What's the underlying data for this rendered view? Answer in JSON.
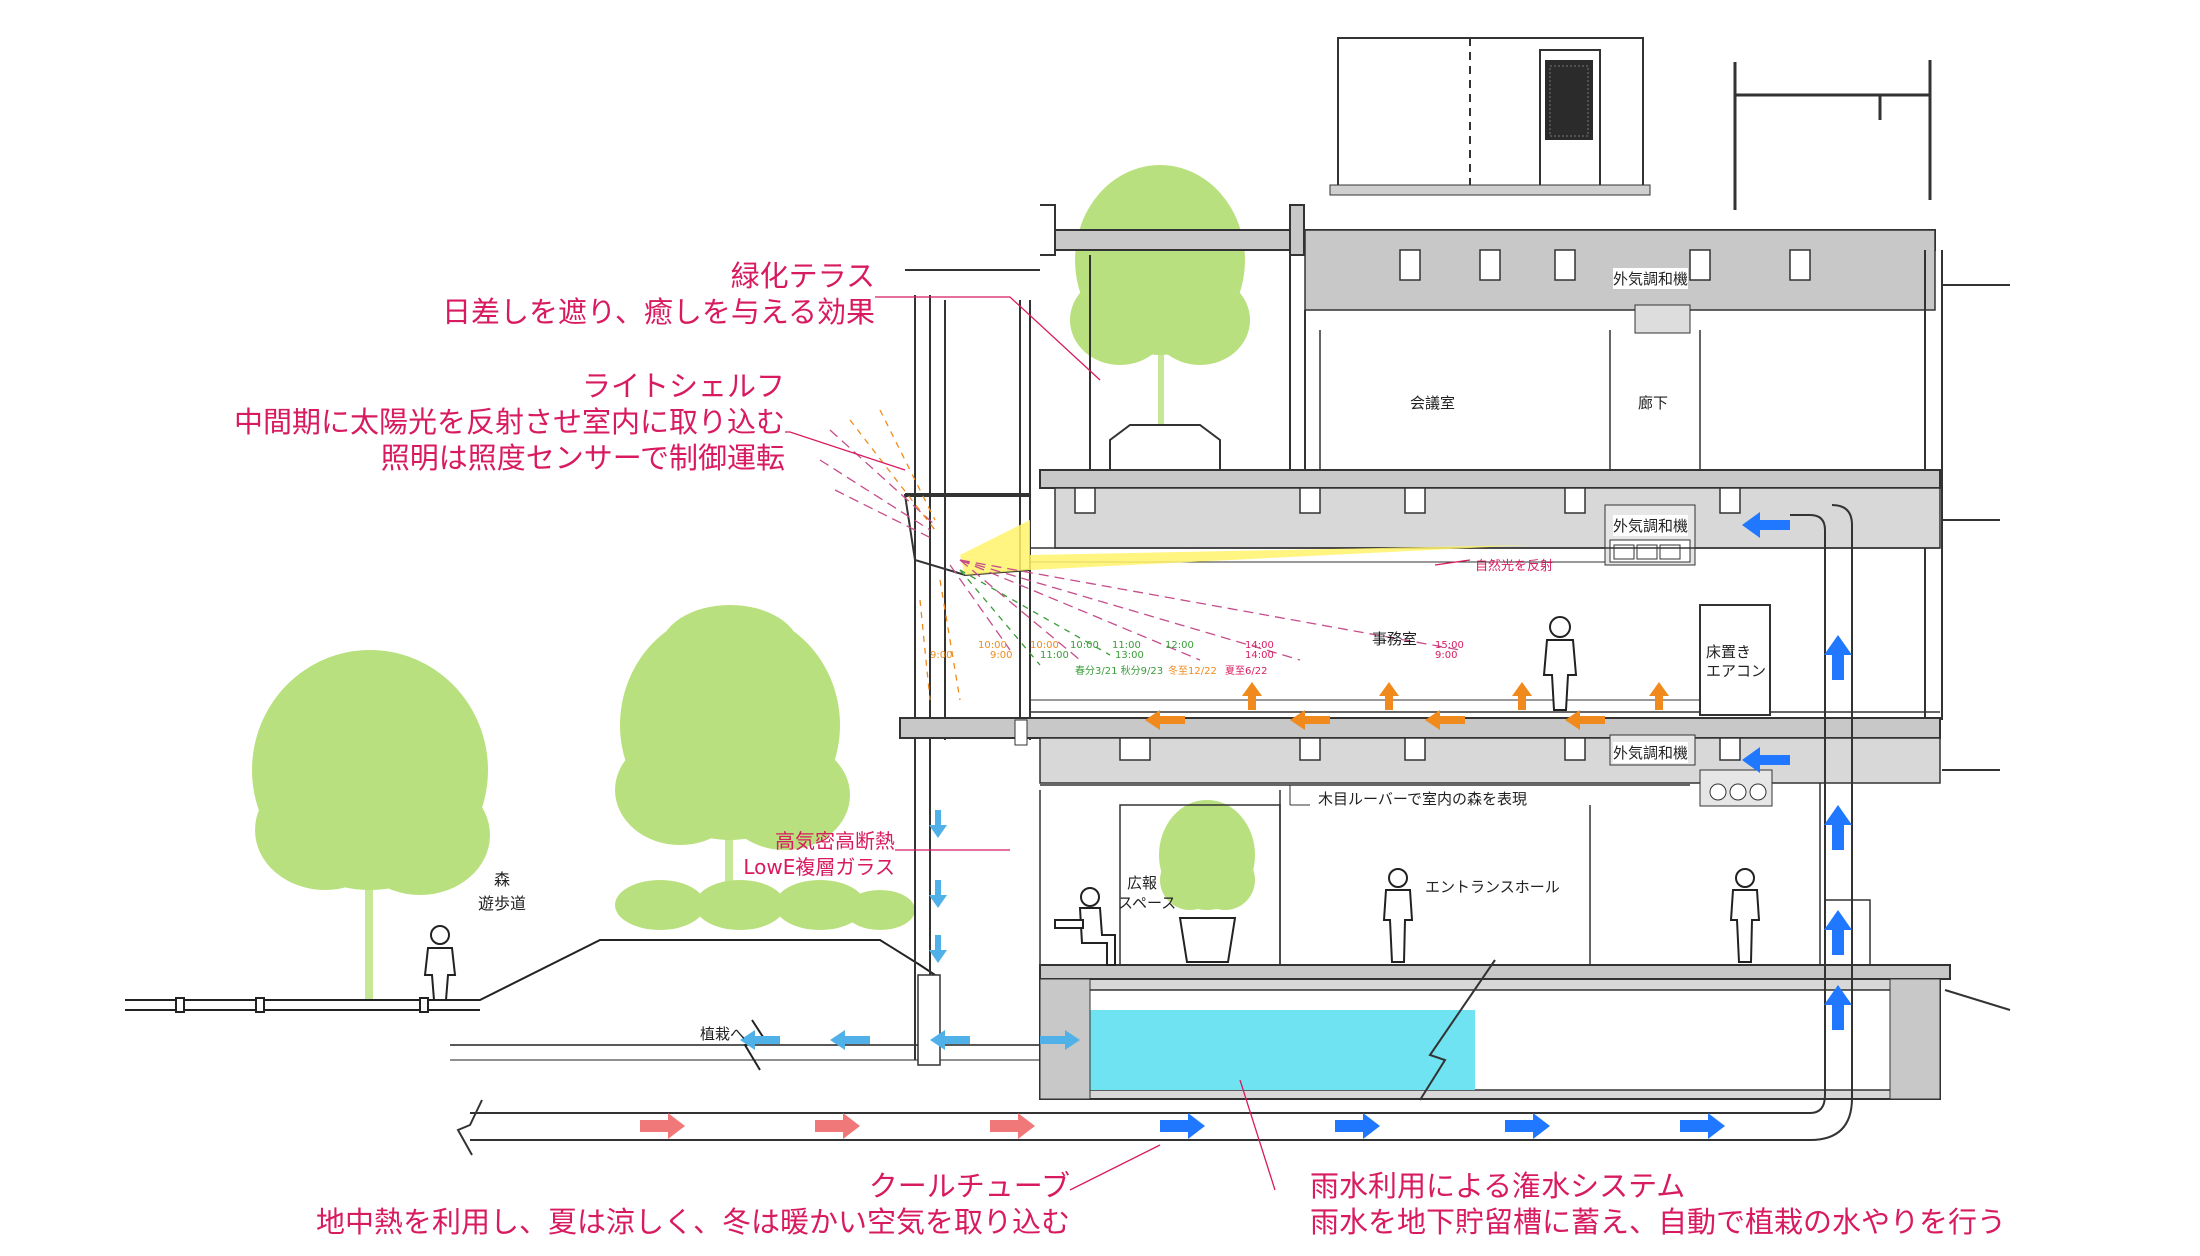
{
  "annotations": {
    "green_terrace": {
      "title": "緑化テラス",
      "desc": "日差しを遮り、癒しを与える効果"
    },
    "light_shelf": {
      "title": "ライトシェルフ",
      "desc1": "中間期に太陽光を反射させ室内に取り込む",
      "desc2": "照明は照度センサーで制御運転"
    },
    "glass": {
      "line1": "高気密高断熱",
      "line2": "LowE複層ガラス"
    },
    "cool_tube": {
      "title": "クールチューブ",
      "desc": "地中熱を利用し、夏は涼しく、冬は暖かい空気を取り込む"
    },
    "rainwater": {
      "title": "雨水利用による潅水システム",
      "desc": "雨水を地下貯留槽に蓄え、自動で植栽の水やりを行う"
    },
    "natural_light": "自然光を反射"
  },
  "labels": {
    "meeting_room": "会議室",
    "corridor": "廊下",
    "office": "事務室",
    "oa_unit_1": "外気調和機",
    "oa_unit_2": "外気調和機",
    "oa_unit_3": "外気調和機",
    "floor_ac_1": "床置き",
    "floor_ac_2": "エアコン",
    "louver": "木目ルーバーで室内の森を表現",
    "entrance_hall": "エントランスホール",
    "pr_space_1": "広報",
    "pr_space_2": "スペース",
    "forest": "森",
    "promenade": "遊歩道",
    "to_planting": "植栽へ"
  },
  "sun_times": {
    "row1": [
      "10:00",
      "10:00",
      "10:00",
      "11:00",
      "12:00",
      "14:00",
      "15:00"
    ],
    "row2": [
      "9:00",
      "9:00",
      "11:00",
      "13:00",
      "14:00",
      "9:00"
    ],
    "legend": [
      "夏至6/22",
      "春分3/21 秋分9/23",
      "冬至12/22"
    ]
  },
  "colors": {
    "annotation": "#d81b60",
    "tree": "#b9e07e",
    "cool_arrow": "#1f78ff",
    "warm_arrow": "#f07878",
    "orange_arrow": "#f08a1c",
    "water": "#6fe3f2",
    "light": "#fff36a",
    "concrete": "#c8c8c8"
  }
}
